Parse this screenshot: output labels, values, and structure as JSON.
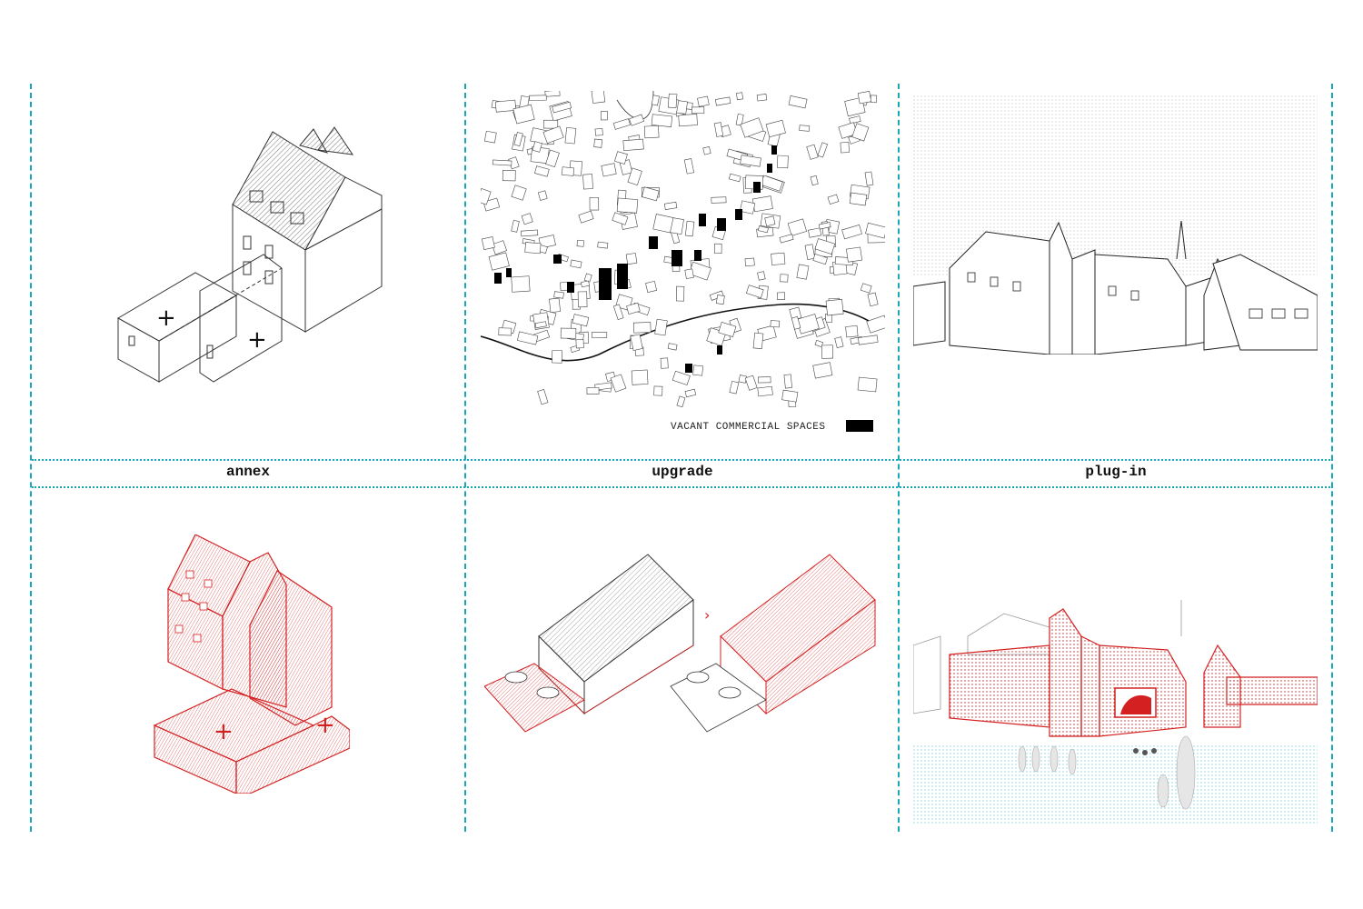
{
  "labels": {
    "annex": "annex",
    "upgrade": "upgrade",
    "plug_in": "plug-in"
  },
  "map_legend": {
    "text": "VACANT COMMERCIAL SPACES"
  },
  "colors": {
    "guide": "#1aa7b8",
    "accent_red": "#d42020",
    "ink": "#111111",
    "ground_cyan": "#7fd4e0"
  }
}
